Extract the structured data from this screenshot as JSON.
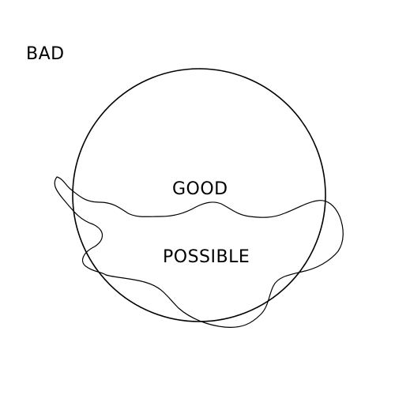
{
  "labels": {
    "outside": "BAD",
    "circle": "GOOD",
    "region": "POSSIBLE"
  },
  "colors": {
    "stroke": "#000000",
    "background": "#ffffff"
  }
}
